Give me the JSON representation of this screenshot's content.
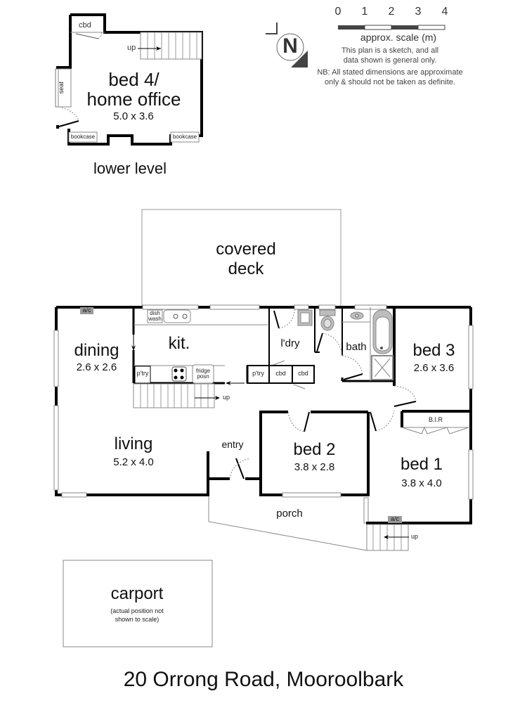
{
  "title": "20 Orrong Road, Mooroolbark",
  "legend": {
    "compass_letter": "N",
    "scale_ticks": [
      "0",
      "1",
      "2",
      "3",
      "4"
    ],
    "scale_label": "approx. scale (m)",
    "disclaimer_1": "This plan is a sketch, and all data shown is general only.",
    "disclaimer_1_line1": "This plan is a sketch, and all",
    "disclaimer_1_line2": "data shown is general only.",
    "disclaimer_2_line1": "NB: All stated dimensions are approximate",
    "disclaimer_2_line2": "only & should not be taken as definite."
  },
  "lower_level": {
    "label": "lower level",
    "room_name_line1": "bed 4/",
    "room_name_line2": "home office",
    "room_dims": "5.0 x 3.6",
    "cbd": "cbd",
    "stairs_label": "up",
    "seat": "seat",
    "bookcase_left": "bookcase",
    "bookcase_right": "bookcase"
  },
  "main_level": {
    "rooms": {
      "covered_deck_line1": "covered",
      "covered_deck_line2": "deck",
      "dining": {
        "name": "dining",
        "dims": "2.6 x 2.6"
      },
      "kitchen": {
        "name": "kit."
      },
      "living": {
        "name": "living",
        "dims": "5.2 x 4.0"
      },
      "entry": {
        "name": "entry"
      },
      "laundry": {
        "name": "l'dry"
      },
      "bath": {
        "name": "bath"
      },
      "bed3": {
        "name": "bed 3",
        "dims": "2.6 x 3.6"
      },
      "bed2": {
        "name": "bed 2",
        "dims": "3.8 x 2.8"
      },
      "bed1": {
        "name": "bed 1",
        "dims": "3.8 x 4.0"
      },
      "porch": {
        "name": "porch"
      }
    },
    "fixtures": {
      "ac_dining": "a/c",
      "ac_bed1": "a/c",
      "dishwasher_line1": "dish",
      "dishwasher_line2": "wash",
      "pantry_kitchen": "p'try",
      "pantry_hall": "p'try",
      "fridge_line1": "fridge",
      "fridge_line2": "posn",
      "cbd_1": "cbd",
      "cbd_2": "cbd",
      "bir": "B.I.R",
      "stairs_down_label": "up",
      "stairs_porch_label": "up"
    }
  },
  "carport": {
    "name": "carport",
    "note_line1": "(actual position not",
    "note_line2": "shown to scale)"
  },
  "colors": {
    "wall": "#000000",
    "thin_line": "#888888",
    "fixture_fill": "#bdbdbd",
    "ac_fill": "#9a9a9a",
    "scale_dark": "#444444"
  }
}
